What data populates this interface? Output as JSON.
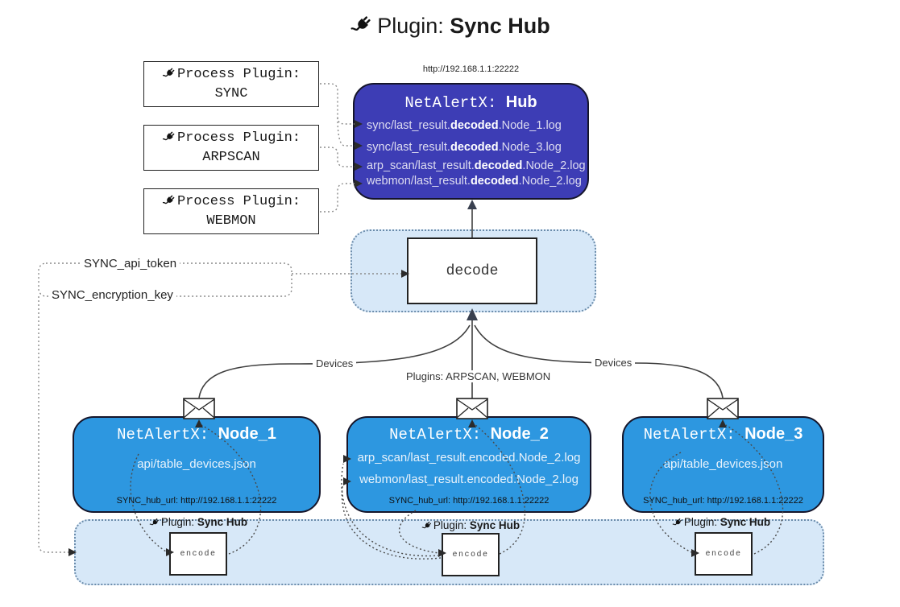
{
  "title": {
    "label": "Plugin:",
    "name": "Sync Hub"
  },
  "hub": {
    "url": "http://192.168.1.1:22222",
    "name_prefix": "NetAlertX: ",
    "name": "Hub",
    "logs": [
      {
        "pre": "sync/last_result.",
        "bold": "decoded",
        "post": ".Node_1.log"
      },
      {
        "pre": "sync/last_result.",
        "bold": "decoded",
        "post": ".Node_3.log"
      },
      {
        "pre": "arp_scan/last_result.",
        "bold": "decoded",
        "post": ".Node_2.log"
      },
      {
        "pre": "webmon/last_result.",
        "bold": "decoded",
        "post": ".Node_2.log"
      }
    ]
  },
  "process_plugins": [
    {
      "label": "Process Plugin:",
      "name": "SYNC"
    },
    {
      "label": "Process Plugin:",
      "name": "ARPSCAN"
    },
    {
      "label": "Process Plugin:",
      "name": "WEBMON"
    }
  ],
  "decode": {
    "label": "decode"
  },
  "settings": {
    "api_token": "SYNC_api_token",
    "encryption_key": "SYNC_encryption_key"
  },
  "edge_labels": {
    "devices_left": "Devices",
    "devices_right": "Devices",
    "plugins_middle": "Plugins: ARPSCAN, WEBMON"
  },
  "nodes": [
    {
      "name_prefix": "NetAlertX: ",
      "name": "Node_1",
      "files": [
        "api/table_devices.json"
      ],
      "hub_url": "SYNC_hub_url: http://192.168.1.1:22222"
    },
    {
      "name_prefix": "NetAlertX: ",
      "name": "Node_2",
      "files": [
        "arp_scan/last_result.encoded.Node_2.log",
        "webmon/last_result.encoded.Node_2.log"
      ],
      "hub_url": "SYNC_hub_url: http://192.168.1.1:22222"
    },
    {
      "name_prefix": "NetAlertX: ",
      "name": "Node_3",
      "files": [
        "api/table_devices.json"
      ],
      "hub_url": "SYNC_hub_url: http://192.168.1.1:22222"
    }
  ],
  "encoders": [
    {
      "label": "Plugin: ",
      "name": "Sync Hub",
      "box": "encode"
    },
    {
      "label": "Plugin: ",
      "name": "Sync Hub",
      "box": "encode"
    },
    {
      "label": "Plugin: ",
      "name": "Sync Hub",
      "box": "encode"
    }
  ],
  "colors": {
    "hub_fill": "#3d3db5",
    "node_fill": "#2d97e0",
    "zone_fill": "#d7e8f8",
    "zone_border": "#6b8cab"
  }
}
